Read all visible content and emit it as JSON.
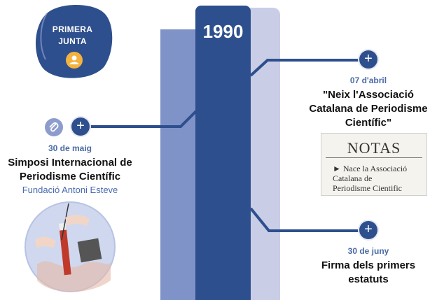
{
  "year": "1990",
  "badge": {
    "line1": "PRIMERA",
    "line2": "JUNTA",
    "icon": "person-icon"
  },
  "events": [
    {
      "date": "30 de maig",
      "title_l1": "Simposi Internacional de",
      "title_l2": "Periodisme Científic",
      "subtitle": "Fundació Antoni Esteve",
      "icon": "paperclip-icon"
    },
    {
      "date": "07 d'abril",
      "title_l1": "\"Neix l'Associació",
      "title_l2": "Catalana de Periodisme",
      "title_l3": "Científic\""
    },
    {
      "date": "30 de juny",
      "title_l1": "Firma dels primers",
      "title_l2": "estatuts"
    }
  ],
  "clipping": {
    "heading": "NOTAS",
    "line1": "► Nace la Associació",
    "line2": "Catalana de",
    "line3": "Periodisme Cientific"
  },
  "plus_label": "+",
  "colors": {
    "navy": "#2e4f8d",
    "mid_blue": "#7f93c8",
    "light_blue": "#c9cee6",
    "accent_yellow": "#f4b23f",
    "date_blue": "#4a6aa6"
  }
}
